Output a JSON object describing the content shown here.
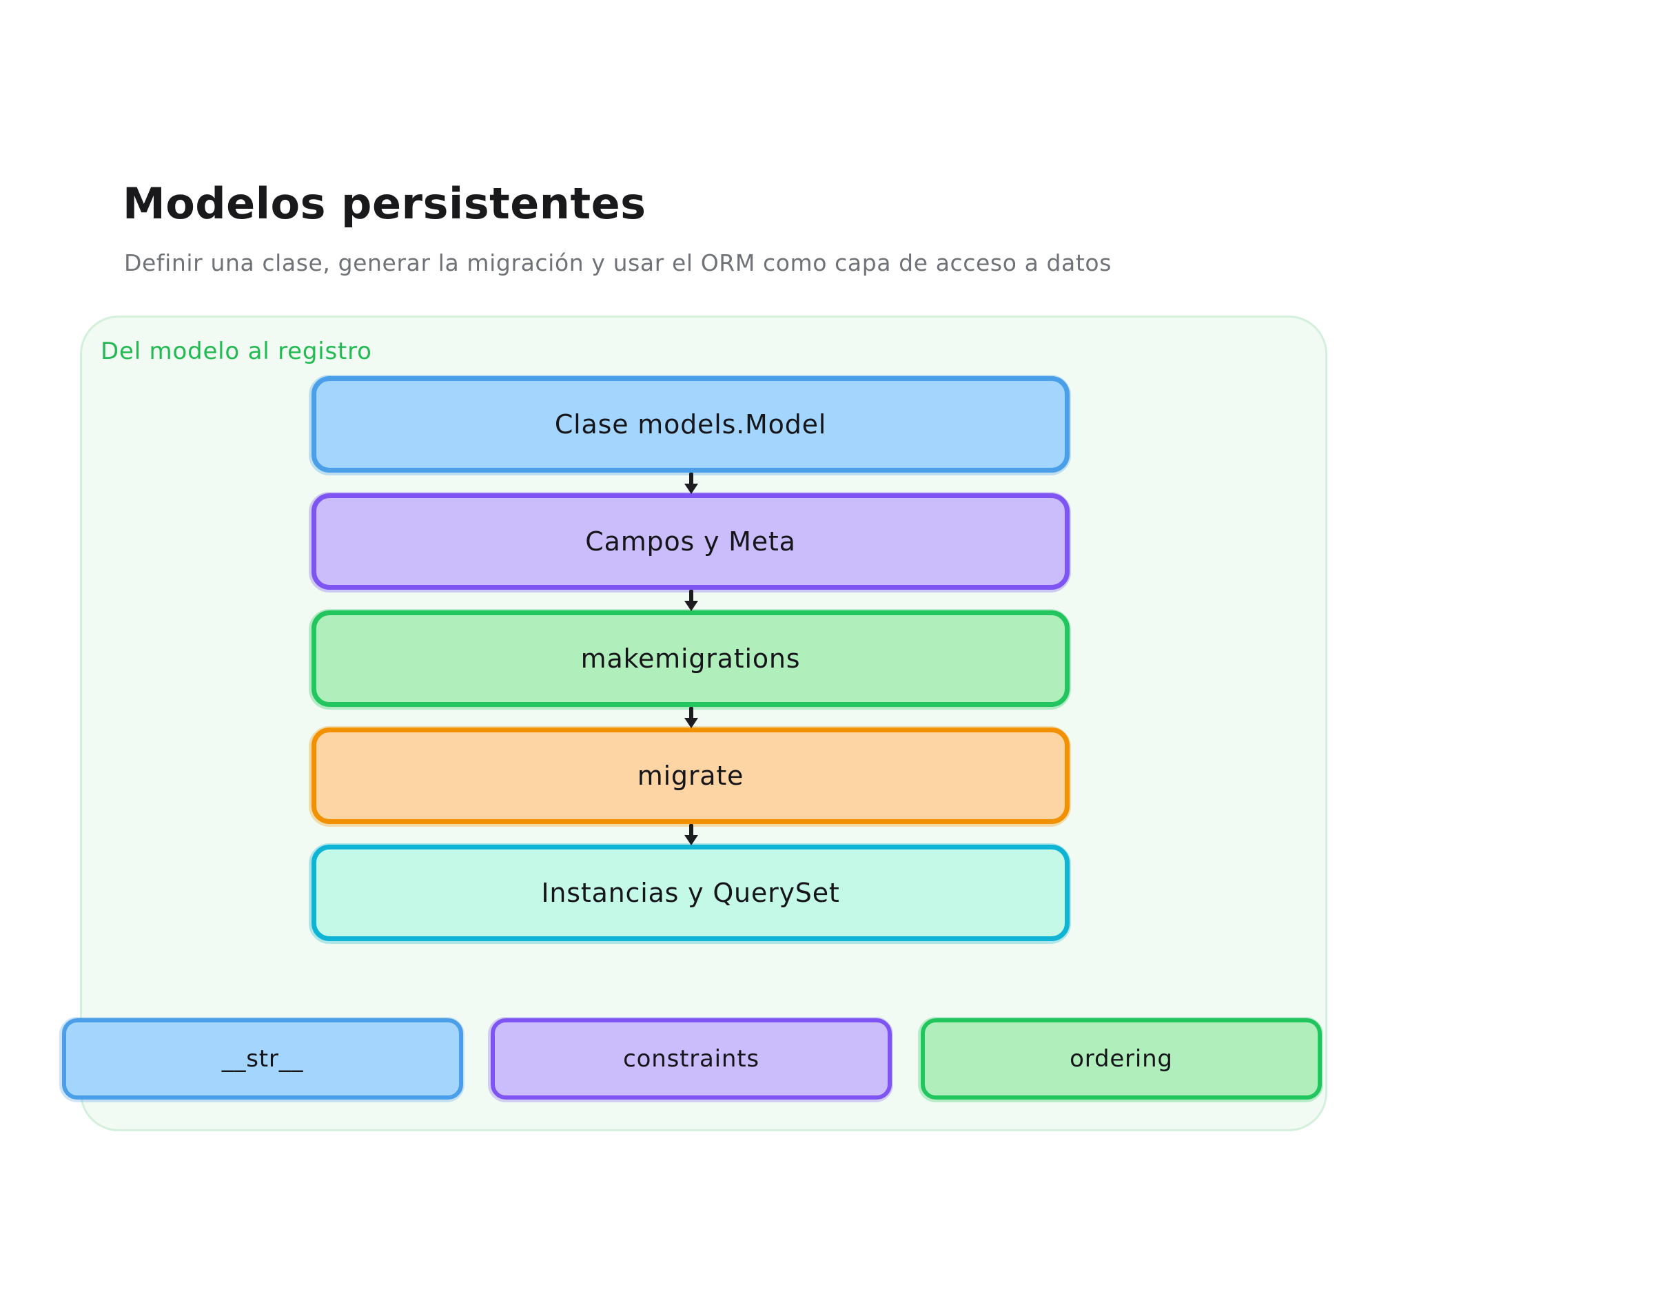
{
  "header": {
    "title": "Modelos persistentes",
    "subtitle": "Definir una clase, generar la migración y usar el ORM como capa de acceso a datos",
    "title_color": "#19191b",
    "subtitle_color": "#6f7277"
  },
  "panel": {
    "label": "Del modelo al registro",
    "label_color": "#22bb52",
    "background": "#f1fbf3",
    "border_color": "#d4f0dc"
  },
  "flow": {
    "steps": [
      {
        "label": "Clase models.Model",
        "fill": "#a3d5fd",
        "stroke": "#4a9fe8"
      },
      {
        "label": "Campos y Meta",
        "fill": "#cbbdfc",
        "stroke": "#7e55f3"
      },
      {
        "label": "makemigrations",
        "fill": "#b0efbc",
        "stroke": "#22c55e"
      },
      {
        "label": "migrate",
        "fill": "#fdd4a3",
        "stroke": "#f29100"
      },
      {
        "label": "Instancias y QuerySet",
        "fill": "#c3f9e6",
        "stroke": "#0fb4d4"
      }
    ],
    "connector_color": "#1d1d21"
  },
  "chips": [
    {
      "label": "__str__",
      "fill": "#a3d5fd",
      "stroke": "#4a9fe8"
    },
    {
      "label": "constraints",
      "fill": "#cbbdfc",
      "stroke": "#7e55f3"
    },
    {
      "label": "ordering",
      "fill": "#b0efbc",
      "stroke": "#22c55e"
    }
  ]
}
